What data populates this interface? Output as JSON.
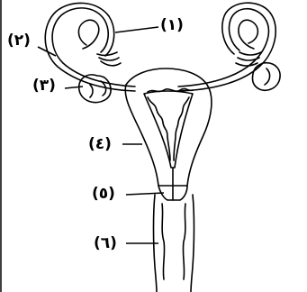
{
  "labels": [
    {
      "id": "1",
      "text": "(١)"
    },
    {
      "id": "2",
      "text": "(٢)"
    },
    {
      "id": "3",
      "text": "(٣)"
    },
    {
      "id": "4",
      "text": "(٤)"
    },
    {
      "id": "5",
      "text": "(٥)"
    },
    {
      "id": "6",
      "text": "(٦)"
    }
  ],
  "colors": {
    "line": "#000000",
    "background": "#ffffff"
  }
}
